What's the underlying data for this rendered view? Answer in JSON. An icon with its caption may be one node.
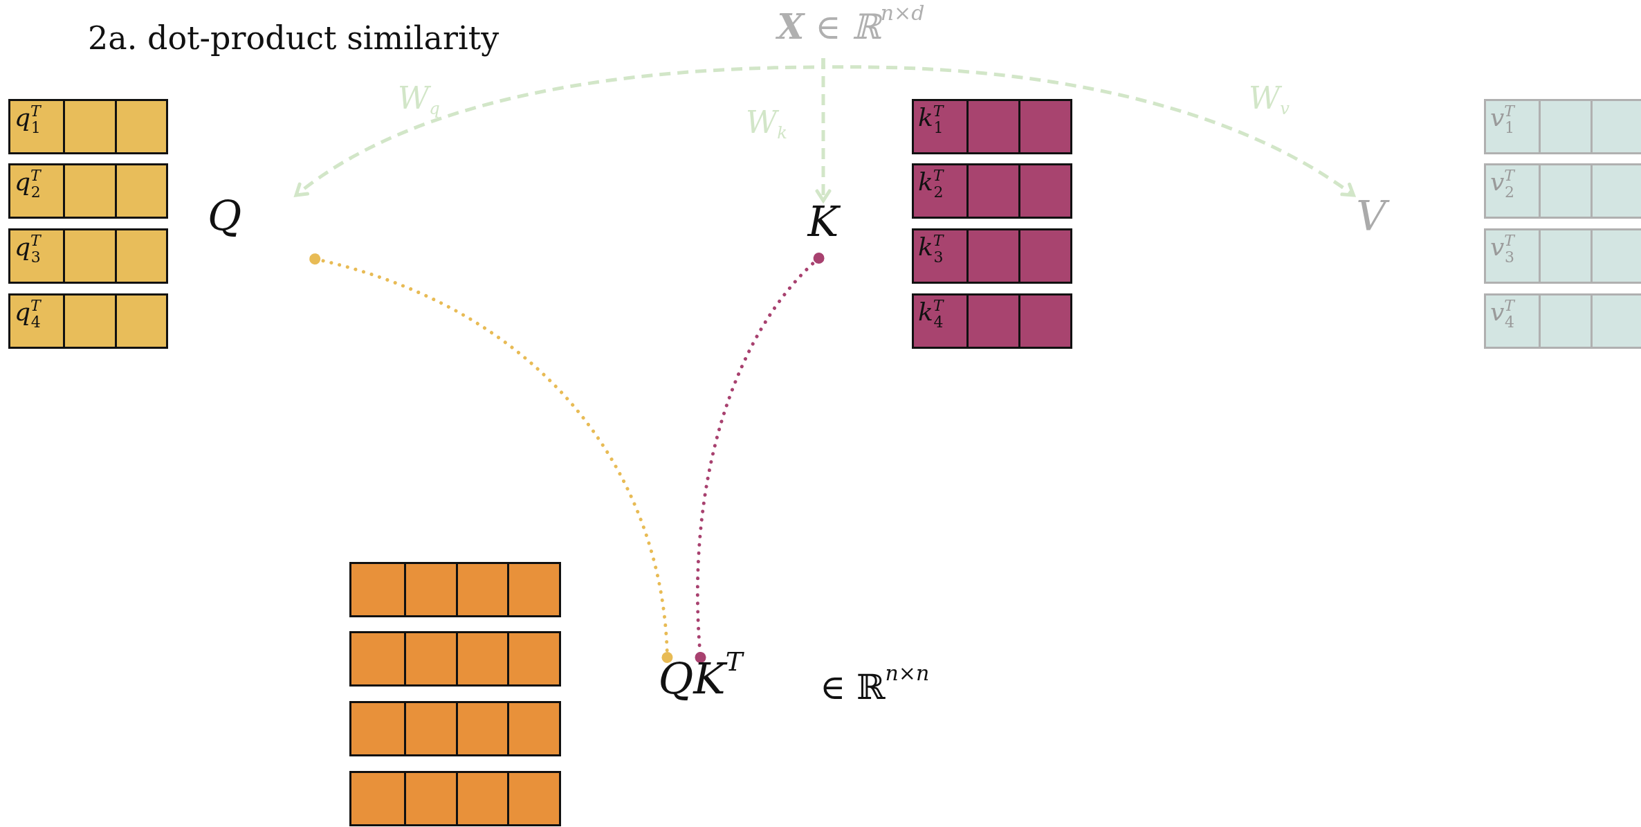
{
  "diagram": {
    "title": "2a. dot-product similarity",
    "nodes": [
      {
        "text": [
          "**X** ∈ ℝ$^{n×d}$"
        ]
      },
      {
        "text": [
          "Q"
        ]
      },
      {
        "text": [
          "K"
        ]
      },
      {
        "text": [
          "V"
        ]
      },
      {
        "text": [
          "QK$^{T}$"
        ],
        "beside": [
          "∈ ℝ$^{n×n}$"
        ]
      },
      {
        "text": [
          "q$^{T}$$_{1}$"
        ]
      },
      {
        "text": [
          "q$^{T}$$_{2}$"
        ]
      },
      {
        "text": [
          "q$^{T}$$_{3}$"
        ]
      },
      {
        "text": [
          "q$^{T}$$_{4}$"
        ]
      },
      {
        "text": [
          "k$^{T}$$_{1}$"
        ]
      },
      {
        "text": [
          "k$^{T}$$_{2}$"
        ]
      },
      {
        "text": [
          "k$^{T}$$_{3}$"
        ]
      },
      {
        "text": [
          "k$^{T}$$_{4}$"
        ]
      },
      {
        "text": [
          "v$^{T}$$_{1}$"
        ]
      },
      {
        "text": [
          "v$^{T}$$_{2}$"
        ]
      },
      {
        "text": [
          "v$^{T}$$_{3}$"
        ]
      },
      {
        "text": [
          "v$^{T}$$_{4}$"
        ]
      },
      {
        "text": [],
        "shape": "box"
      },
      {
        "text": [],
        "shape": "box"
      },
      {
        "text": [],
        "shape": "box"
      },
      {
        "text": [],
        "shape": "box"
      }
    ],
    "edges": [
      {
        "from": 0,
        "to": 1,
        "arrow": "to",
        "label": "W$_{q}$",
        "style": "dashed",
        "color": "#d2e6c8"
      },
      {
        "from": 0,
        "to": 2,
        "arrow": "to",
        "label": "W$_{k}$",
        "style": "dashed",
        "color": "#d2e6c8"
      },
      {
        "from": 0,
        "to": 3,
        "arrow": "to",
        "label": "W$_{v}$",
        "style": "dashed",
        "color": "#d2e6c8"
      },
      {
        "from": 1,
        "to": 4,
        "arrow": "other",
        "color": "#e8bb55"
      },
      {
        "from": 2,
        "to": 4,
        "arrow": "other",
        "color": "#a8416f"
      }
    ]
  }
}
